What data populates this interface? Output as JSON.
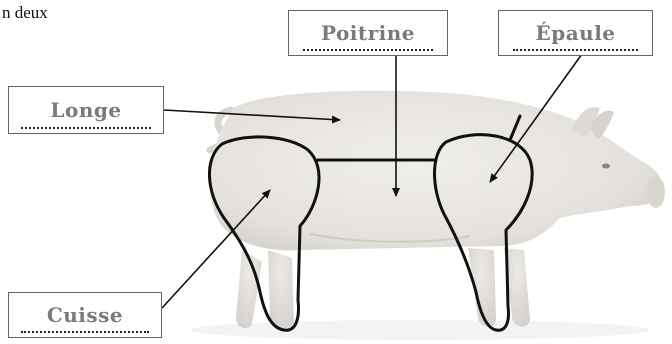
{
  "fragment_text": "n deux",
  "labels": {
    "poitrine": "Poitrine",
    "epaule": "Épaule",
    "longe": "Longe",
    "cuisse": "Cuisse"
  },
  "colors": {
    "outline": "#111111",
    "label_text": "#7a7a7a",
    "box_border": "#666666",
    "pig_body": "#e7e4df"
  }
}
